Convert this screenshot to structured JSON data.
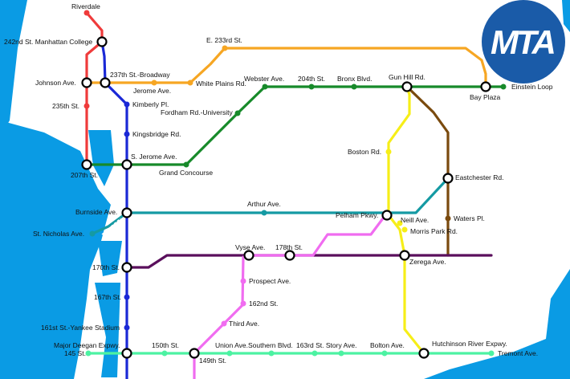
{
  "colors": {
    "water": "#0a9be4",
    "red": "#ef3b3b",
    "blue": "#1a28d6",
    "orange": "#f6a623",
    "green": "#178a2a",
    "yellow": "#f6ee18",
    "brown": "#7a4a0e",
    "teal": "#159aa3",
    "purple": "#5a0f5c",
    "pink": "#f06cf0",
    "mint": "#4cf2a2",
    "logo": "#1a5ba8"
  },
  "logo": {
    "text": "MTA"
  },
  "stations": {
    "riverdale": "Riverdale",
    "manhattan_college": "242nd St. Manhattan College",
    "broadway_237": "237th St.-Broadway",
    "johnson": "Johnson Ave.",
    "jerome": "Jerome Ave.",
    "st_235": "235th St.",
    "kimberly": "Kimberly Pl.",
    "kingsbridge": "Kingsbridge Rd.",
    "s_jerome": "S. Jerome Ave.",
    "st_207": "207th St.",
    "grand_concourse": "Grand Concourse",
    "e233": "E. 233rd St.",
    "white_plains": "White Plains Rd.",
    "webster": "Webster Ave.",
    "fordham": "Fordham Rd.-University",
    "st_204": "204th St.",
    "bronx_blvd": "Bronx Blvd.",
    "gun_hill": "Gun Hill Rd.",
    "einstein": "Einstein Loop",
    "bay_plaza": "Bay Plaza",
    "boston": "Boston Rd.",
    "eastchester": "Eastchester Rd.",
    "burnside": "Burnside Ave.",
    "arthur": "Arthur Ave.",
    "pelham": "Pelham Pkwy.",
    "neill": "Neill Ave.",
    "waters": "Waters Pl.",
    "morris_park": "Morris Park Rd.",
    "st_nicholas": "St. Nicholas Ave.",
    "st_170": "170th St.",
    "vyse": "Vyse Ave.",
    "st_178": "178th St.",
    "zerega": "Zerega Ave.",
    "prospect": "Prospect Ave.",
    "st_162": "162nd St.",
    "st_167": "167th St.",
    "third": "Third Ave.",
    "yankee_stadium": "161st St.-Yankee Stadium",
    "major_deegan": "Major Deegan Expwy.",
    "st_145": "145 St.",
    "st_150": "150th St.",
    "st_149": "149th St.",
    "union": "Union Ave.",
    "southern": "Southern Blvd.",
    "story": "163rd St. Story Ave.",
    "bolton": "Bolton Ave.",
    "hutchinson": "Hutchinson River Expwy.",
    "tremont": "Tremont Ave."
  }
}
